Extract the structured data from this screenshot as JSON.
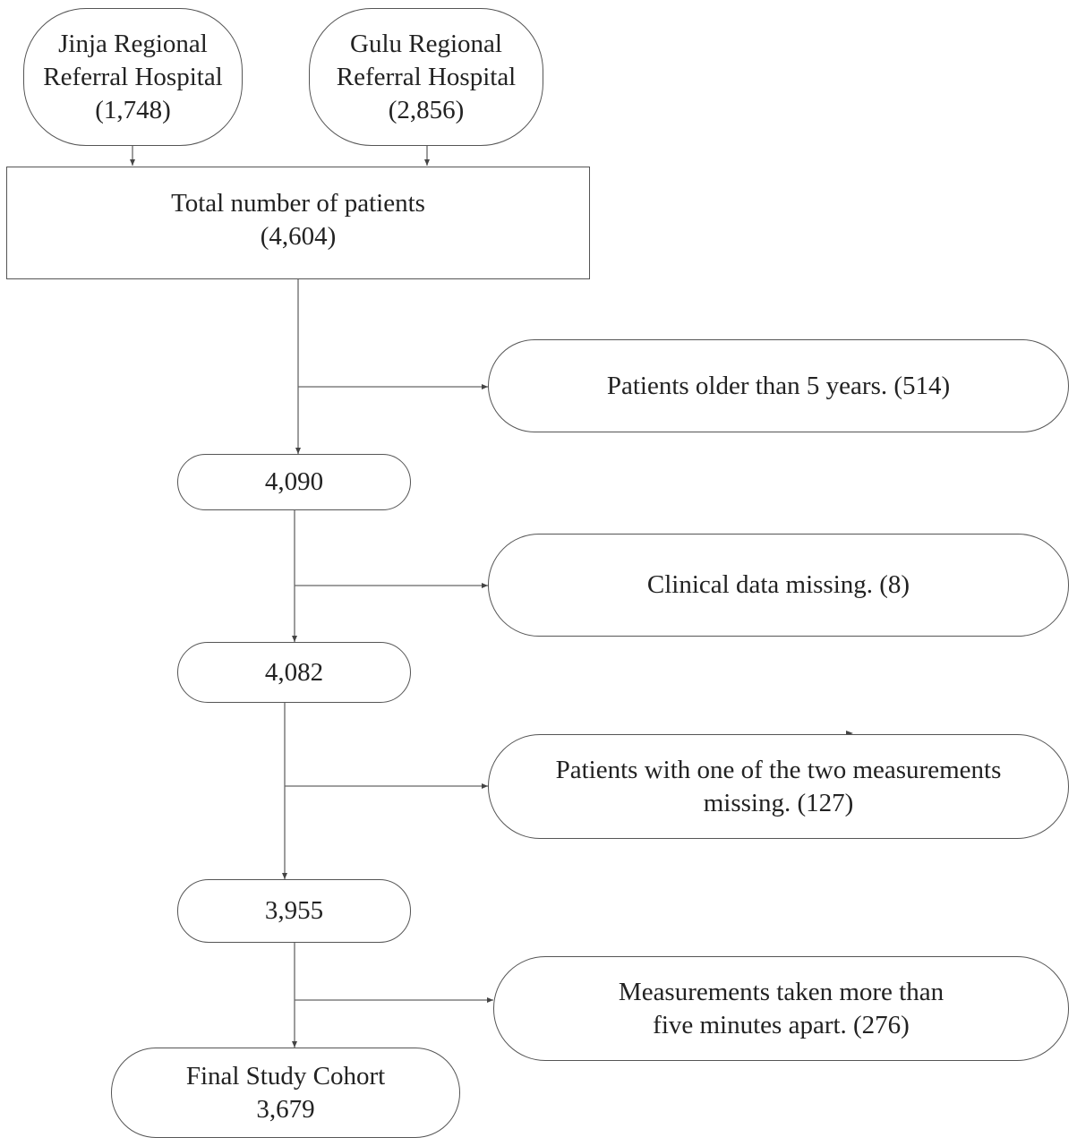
{
  "sources": {
    "jinja": {
      "line1": "Jinja Regional",
      "line2": "Referral Hospital",
      "count": "(1,748)"
    },
    "gulu": {
      "line1": "Gulu Regional",
      "line2": "Referral Hospital",
      "count": "(2,856)"
    }
  },
  "total": {
    "label": "Total number of patients",
    "count": "(4,604)"
  },
  "exclusions": [
    {
      "line1": "Patients older than 5 years. (514)"
    },
    {
      "line1": "Clinical data missing. (8)"
    },
    {
      "line1": "Patients with one of the two measurements",
      "line2": "missing. (127)"
    },
    {
      "line1": "Measurements taken more than",
      "line2": "five minutes apart. (276)"
    }
  ],
  "steps": [
    "4,090",
    "4,082",
    "3,955"
  ],
  "final": {
    "label": "Final Study Cohort",
    "count": "3,679"
  }
}
